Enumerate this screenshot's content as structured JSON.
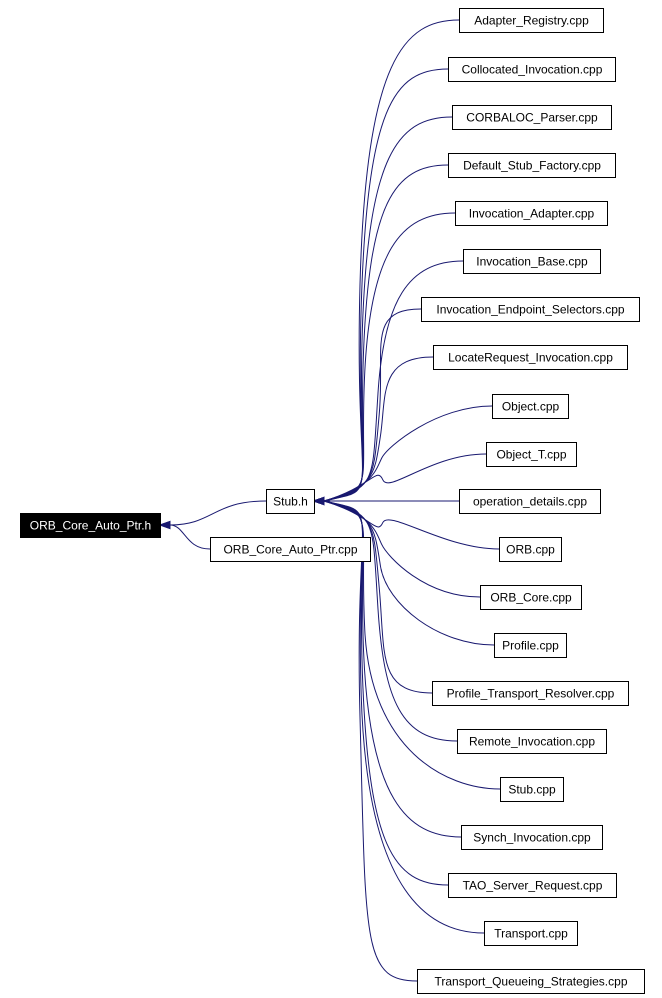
{
  "diagram": {
    "root": {
      "id": "orb_core_auto_ptr_h",
      "label": "ORB_Core_Auto_Ptr.h"
    },
    "nodes": [
      {
        "id": "stub_h",
        "label": "Stub.h"
      },
      {
        "id": "orb_core_auto_ptr_cpp",
        "label": "ORB_Core_Auto_Ptr.cpp"
      },
      {
        "id": "adapter_registry",
        "label": "Adapter_Registry.cpp"
      },
      {
        "id": "collocated_invocation",
        "label": "Collocated_Invocation.cpp"
      },
      {
        "id": "corbaloc_parser",
        "label": "CORBALOC_Parser.cpp"
      },
      {
        "id": "default_stub_factory",
        "label": "Default_Stub_Factory.cpp"
      },
      {
        "id": "invocation_adapter",
        "label": "Invocation_Adapter.cpp"
      },
      {
        "id": "invocation_base",
        "label": "Invocation_Base.cpp"
      },
      {
        "id": "invocation_endpoint_selectors",
        "label": "Invocation_Endpoint_Selectors.cpp"
      },
      {
        "id": "locaterequest_invocation",
        "label": "LocateRequest_Invocation.cpp"
      },
      {
        "id": "object",
        "label": "Object.cpp"
      },
      {
        "id": "object_t",
        "label": "Object_T.cpp"
      },
      {
        "id": "operation_details",
        "label": "operation_details.cpp"
      },
      {
        "id": "orb",
        "label": "ORB.cpp"
      },
      {
        "id": "orb_core",
        "label": "ORB_Core.cpp"
      },
      {
        "id": "profile",
        "label": "Profile.cpp"
      },
      {
        "id": "profile_transport_resolver",
        "label": "Profile_Transport_Resolver.cpp"
      },
      {
        "id": "remote_invocation",
        "label": "Remote_Invocation.cpp"
      },
      {
        "id": "stub_cpp",
        "label": "Stub.cpp"
      },
      {
        "id": "synch_invocation",
        "label": "Synch_Invocation.cpp"
      },
      {
        "id": "tao_server_request",
        "label": "TAO_Server_Request.cpp"
      },
      {
        "id": "transport",
        "label": "Transport.cpp"
      },
      {
        "id": "transport_queueing_strategies",
        "label": "Transport_Queueing_Strategies.cpp"
      }
    ],
    "edges": [
      {
        "from": "stub_h",
        "to": "orb_core_auto_ptr_h"
      },
      {
        "from": "orb_core_auto_ptr_cpp",
        "to": "orb_core_auto_ptr_h"
      },
      {
        "from": "adapter_registry",
        "to": "stub_h"
      },
      {
        "from": "collocated_invocation",
        "to": "stub_h"
      },
      {
        "from": "corbaloc_parser",
        "to": "stub_h"
      },
      {
        "from": "default_stub_factory",
        "to": "stub_h"
      },
      {
        "from": "invocation_adapter",
        "to": "stub_h"
      },
      {
        "from": "invocation_base",
        "to": "stub_h"
      },
      {
        "from": "invocation_endpoint_selectors",
        "to": "stub_h"
      },
      {
        "from": "locaterequest_invocation",
        "to": "stub_h"
      },
      {
        "from": "object",
        "to": "stub_h"
      },
      {
        "from": "object_t",
        "to": "stub_h"
      },
      {
        "from": "operation_details",
        "to": "stub_h"
      },
      {
        "from": "orb",
        "to": "stub_h"
      },
      {
        "from": "orb_core",
        "to": "stub_h"
      },
      {
        "from": "profile",
        "to": "stub_h"
      },
      {
        "from": "profile_transport_resolver",
        "to": "stub_h"
      },
      {
        "from": "remote_invocation",
        "to": "stub_h"
      },
      {
        "from": "stub_cpp",
        "to": "stub_h"
      },
      {
        "from": "synch_invocation",
        "to": "stub_h"
      },
      {
        "from": "tao_server_request",
        "to": "stub_h"
      },
      {
        "from": "transport",
        "to": "stub_h"
      },
      {
        "from": "transport_queueing_strategies",
        "to": "stub_h"
      }
    ],
    "colors": {
      "edge": "#191970",
      "node_border": "#000000",
      "node_fill": "#ffffff",
      "root_fill": "#000000",
      "root_text": "#ffffff"
    }
  }
}
